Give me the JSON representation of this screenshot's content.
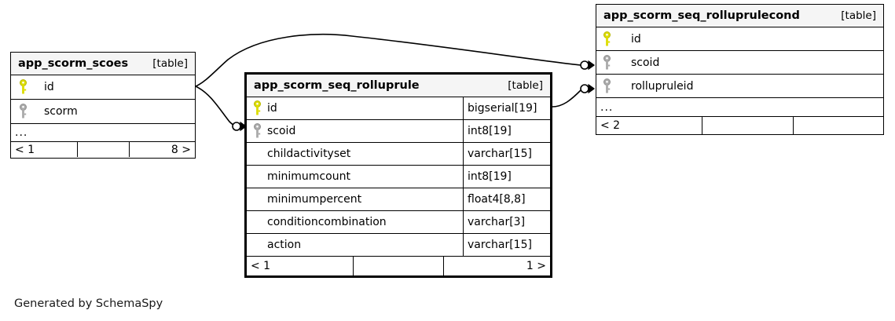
{
  "diagram": {
    "type": "entity-relationship-diagram",
    "generator_credit": "Generated by SchemaSpy",
    "table_tag": "[table]",
    "ellipsis": "...",
    "colors": {
      "primary_key_icon": "#dddd00",
      "foreign_key_icon": "#aaaaaa",
      "header_background": "#f5f5f5",
      "border": "#000000",
      "canvas_background": "#ffffff"
    }
  },
  "tables": [
    {
      "id": "app_scorm_scoes",
      "name": "app_scorm_scoes",
      "tag": "[table]",
      "emphasis": false,
      "columns": [
        {
          "name": "id",
          "key": "primary",
          "type": ""
        },
        {
          "name": "scorm",
          "key": "foreign",
          "type": ""
        }
      ],
      "has_ellipsis": true,
      "footer": {
        "left": "< 1",
        "middle": "",
        "right": "8 >"
      }
    },
    {
      "id": "app_scorm_seq_rolluprule",
      "name": "app_scorm_seq_rolluprule",
      "tag": "[table]",
      "emphasis": true,
      "columns": [
        {
          "name": "id",
          "key": "primary",
          "type": "bigserial[19]"
        },
        {
          "name": "scoid",
          "key": "foreign",
          "type": "int8[19]"
        },
        {
          "name": "childactivityset",
          "key": "none",
          "type": "varchar[15]"
        },
        {
          "name": "minimumcount",
          "key": "none",
          "type": "int8[19]"
        },
        {
          "name": "minimumpercent",
          "key": "none",
          "type": "float4[8,8]"
        },
        {
          "name": "conditioncombination",
          "key": "none",
          "type": "varchar[3]"
        },
        {
          "name": "action",
          "key": "none",
          "type": "varchar[15]"
        }
      ],
      "has_ellipsis": false,
      "footer": {
        "left": "< 1",
        "middle": "",
        "right": "1 >"
      }
    },
    {
      "id": "app_scorm_seq_rolluprulecond",
      "name": "app_scorm_seq_rolluprulecond",
      "tag": "[table]",
      "emphasis": false,
      "columns": [
        {
          "name": "id",
          "key": "primary",
          "type": ""
        },
        {
          "name": "scoid",
          "key": "foreign",
          "type": ""
        },
        {
          "name": "rollupruleid",
          "key": "foreign",
          "type": ""
        }
      ],
      "has_ellipsis": true,
      "footer": {
        "left": "< 2",
        "middle": "",
        "right": ""
      }
    }
  ],
  "relationships": [
    {
      "from_table": "app_scorm_scoes",
      "from_column": "id",
      "to_table": "app_scorm_seq_rolluprulecond",
      "to_column": "scoid"
    },
    {
      "from_table": "app_scorm_scoes",
      "from_column": "id",
      "to_table": "app_scorm_seq_rolluprule",
      "to_column": "scoid"
    },
    {
      "from_table": "app_scorm_seq_rolluprule",
      "from_column": "id",
      "to_table": "app_scorm_seq_rolluprulecond",
      "to_column": "rollupruleid"
    }
  ]
}
